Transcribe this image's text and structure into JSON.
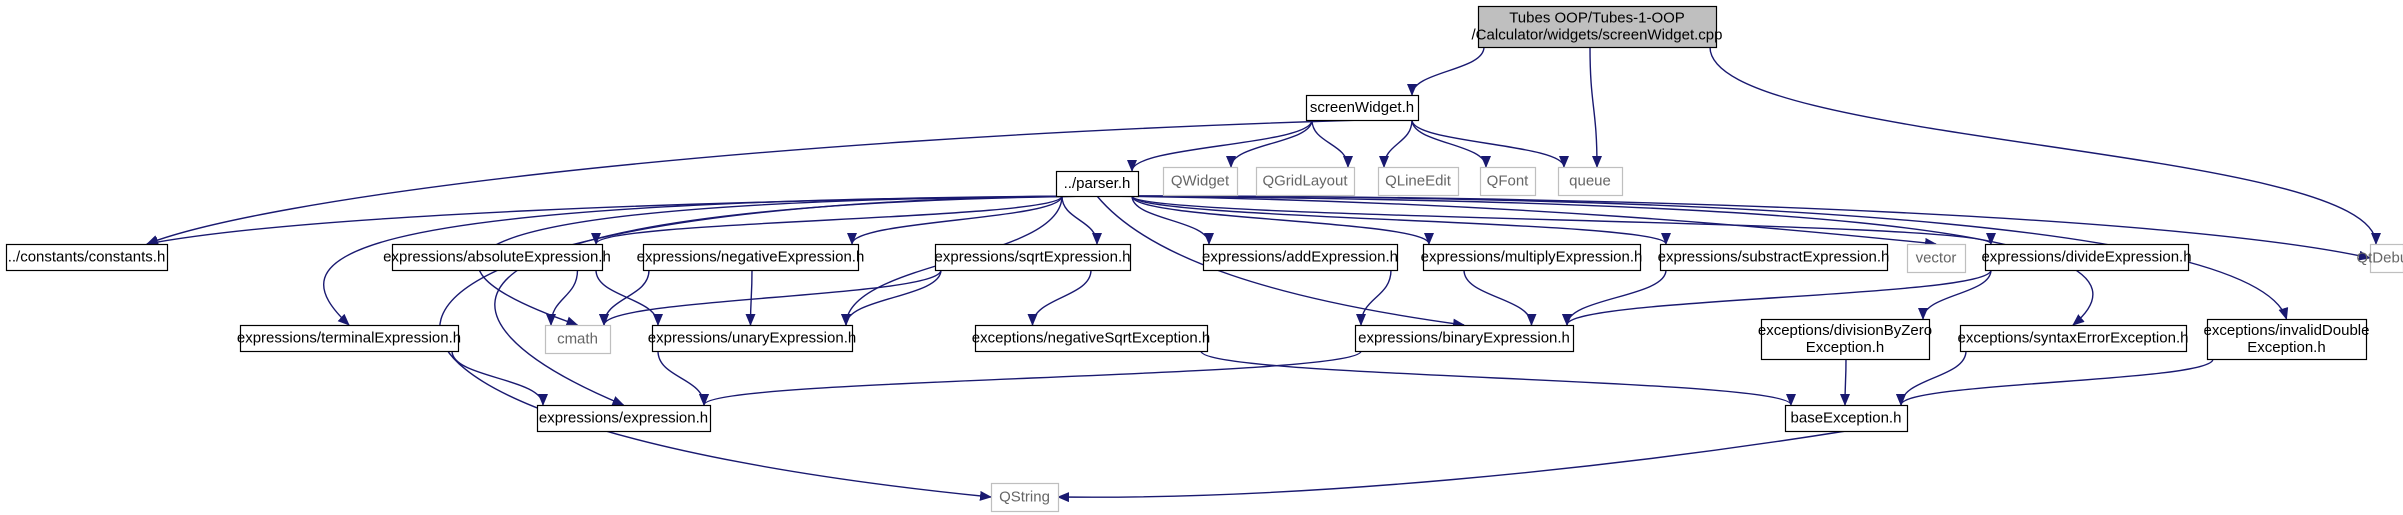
{
  "graph": {
    "colors": {
      "edge": "#191970",
      "root_fill": "#bfbfbf",
      "node_stroke": "#000000",
      "external_stroke": "#bfbfbf",
      "text": "#000000",
      "external_text": "#666666"
    },
    "nodes": [
      {
        "id": "root",
        "lines": [
          "Tubes OOP/Tubes-1-OOP",
          "/Calculator/widgets/screenWidget.cpp"
        ],
        "kind": "root"
      },
      {
        "id": "screenWidget",
        "lines": [
          "screenWidget.h"
        ],
        "kind": "file"
      },
      {
        "id": "parser",
        "lines": [
          "../parser.h"
        ],
        "kind": "file"
      },
      {
        "id": "QWidget",
        "lines": [
          "QWidget"
        ],
        "kind": "external"
      },
      {
        "id": "QGridLayout",
        "lines": [
          "QGridLayout"
        ],
        "kind": "external"
      },
      {
        "id": "QLineEdit",
        "lines": [
          "QLineEdit"
        ],
        "kind": "external"
      },
      {
        "id": "QFont",
        "lines": [
          "QFont"
        ],
        "kind": "external"
      },
      {
        "id": "queue",
        "lines": [
          "queue"
        ],
        "kind": "external"
      },
      {
        "id": "QtDebug",
        "lines": [
          "QtDebug"
        ],
        "kind": "external"
      },
      {
        "id": "constants",
        "lines": [
          "../constants/constants.h"
        ],
        "kind": "file"
      },
      {
        "id": "absExpr",
        "lines": [
          "expressions/absoluteExpression.h"
        ],
        "kind": "file"
      },
      {
        "id": "negExpr",
        "lines": [
          "expressions/negativeExpression.h"
        ],
        "kind": "file"
      },
      {
        "id": "sqrtExpr",
        "lines": [
          "expressions/sqrtExpression.h"
        ],
        "kind": "file"
      },
      {
        "id": "addExpr",
        "lines": [
          "expressions/addExpression.h"
        ],
        "kind": "file"
      },
      {
        "id": "mulExpr",
        "lines": [
          "expressions/multiplyExpression.h"
        ],
        "kind": "file"
      },
      {
        "id": "subExpr",
        "lines": [
          "expressions/substractExpression.h"
        ],
        "kind": "file"
      },
      {
        "id": "vector",
        "lines": [
          "vector"
        ],
        "kind": "external"
      },
      {
        "id": "divExpr",
        "lines": [
          "expressions/divideExpression.h"
        ],
        "kind": "file"
      },
      {
        "id": "termExpr",
        "lines": [
          "expressions/terminalExpression.h"
        ],
        "kind": "file"
      },
      {
        "id": "cmath",
        "lines": [
          "cmath"
        ],
        "kind": "external"
      },
      {
        "id": "unaryExpr",
        "lines": [
          "expressions/unaryExpression.h"
        ],
        "kind": "file"
      },
      {
        "id": "negSqrtExc",
        "lines": [
          "exceptions/negativeSqrtException.h"
        ],
        "kind": "file"
      },
      {
        "id": "binExpr",
        "lines": [
          "expressions/binaryExpression.h"
        ],
        "kind": "file"
      },
      {
        "id": "divZeroExc",
        "lines": [
          "exceptions/divisionByZero",
          "Exception.h"
        ],
        "kind": "file"
      },
      {
        "id": "syntaxExc",
        "lines": [
          "exceptions/syntaxErrorException.h"
        ],
        "kind": "file"
      },
      {
        "id": "invDoubleExc",
        "lines": [
          "exceptions/invalidDouble",
          "Exception.h"
        ],
        "kind": "file"
      },
      {
        "id": "expression",
        "lines": [
          "expressions/expression.h"
        ],
        "kind": "file"
      },
      {
        "id": "baseExc",
        "lines": [
          "baseException.h"
        ],
        "kind": "file"
      },
      {
        "id": "QString",
        "lines": [
          "QString"
        ],
        "kind": "external"
      }
    ],
    "edges": [
      {
        "from": "root",
        "to": "screenWidget"
      },
      {
        "from": "root",
        "to": "queue"
      },
      {
        "from": "root",
        "to": "QtDebug"
      },
      {
        "from": "screenWidget",
        "to": "parser"
      },
      {
        "from": "screenWidget",
        "to": "QWidget"
      },
      {
        "from": "screenWidget",
        "to": "QGridLayout"
      },
      {
        "from": "screenWidget",
        "to": "QLineEdit"
      },
      {
        "from": "screenWidget",
        "to": "QFont"
      },
      {
        "from": "screenWidget",
        "to": "queue"
      },
      {
        "from": "screenWidget",
        "to": "constants"
      },
      {
        "from": "parser",
        "to": "constants"
      },
      {
        "from": "parser",
        "to": "absExpr"
      },
      {
        "from": "parser",
        "to": "negExpr"
      },
      {
        "from": "parser",
        "to": "sqrtExpr"
      },
      {
        "from": "parser",
        "to": "addExpr"
      },
      {
        "from": "parser",
        "to": "mulExpr"
      },
      {
        "from": "parser",
        "to": "subExpr"
      },
      {
        "from": "parser",
        "to": "vector"
      },
      {
        "from": "parser",
        "to": "divExpr"
      },
      {
        "from": "parser",
        "to": "QtDebug"
      },
      {
        "from": "parser",
        "to": "termExpr"
      },
      {
        "from": "parser",
        "to": "cmath"
      },
      {
        "from": "parser",
        "to": "unaryExpr"
      },
      {
        "from": "parser",
        "to": "binExpr"
      },
      {
        "from": "parser",
        "to": "expression"
      },
      {
        "from": "parser",
        "to": "syntaxExc"
      },
      {
        "from": "parser",
        "to": "invDoubleExc"
      },
      {
        "from": "parser",
        "to": "QString"
      },
      {
        "from": "absExpr",
        "to": "cmath"
      },
      {
        "from": "absExpr",
        "to": "unaryExpr"
      },
      {
        "from": "negExpr",
        "to": "cmath"
      },
      {
        "from": "negExpr",
        "to": "unaryExpr"
      },
      {
        "from": "sqrtExpr",
        "to": "cmath"
      },
      {
        "from": "sqrtExpr",
        "to": "unaryExpr"
      },
      {
        "from": "sqrtExpr",
        "to": "negSqrtExc"
      },
      {
        "from": "addExpr",
        "to": "binExpr"
      },
      {
        "from": "mulExpr",
        "to": "binExpr"
      },
      {
        "from": "subExpr",
        "to": "binExpr"
      },
      {
        "from": "divExpr",
        "to": "binExpr"
      },
      {
        "from": "divExpr",
        "to": "divZeroExc"
      },
      {
        "from": "termExpr",
        "to": "expression"
      },
      {
        "from": "unaryExpr",
        "to": "expression"
      },
      {
        "from": "binExpr",
        "to": "expression"
      },
      {
        "from": "negSqrtExc",
        "to": "baseExc"
      },
      {
        "from": "divZeroExc",
        "to": "baseExc"
      },
      {
        "from": "syntaxExc",
        "to": "baseExc"
      },
      {
        "from": "invDoubleExc",
        "to": "baseExc"
      },
      {
        "from": "baseExc",
        "to": "QString"
      }
    ]
  }
}
